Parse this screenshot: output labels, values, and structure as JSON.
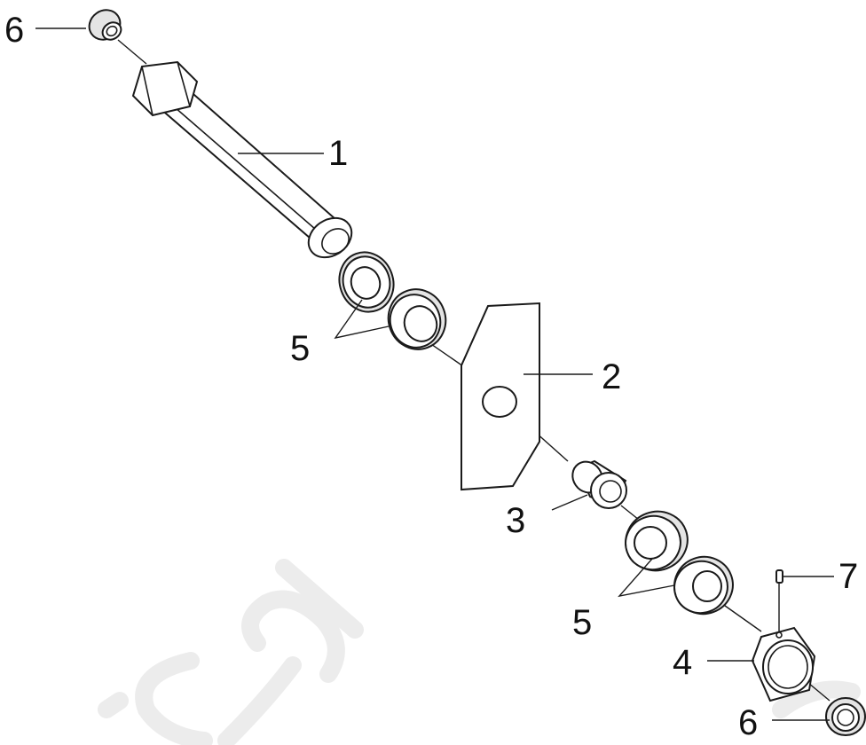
{
  "callouts": {
    "c1": "1",
    "c2": "2",
    "c3": "3",
    "c4": "4",
    "c5a": "5",
    "c5b": "5",
    "c6a": "6",
    "c6b": "6",
    "c7": "7"
  },
  "parts": [
    {
      "callout": "1",
      "name": "bolt"
    },
    {
      "callout": "2",
      "name": "plate"
    },
    {
      "callout": "3",
      "name": "bushing"
    },
    {
      "callout": "4",
      "name": "hex-nut"
    },
    {
      "callout": "5",
      "name": "washers"
    },
    {
      "callout": "6",
      "name": "end-caps"
    },
    {
      "callout": "7",
      "name": "set-screw"
    }
  ],
  "colors": {
    "line": "#1a1a1a",
    "background": "#ffffff",
    "watermark": "#ececec"
  }
}
